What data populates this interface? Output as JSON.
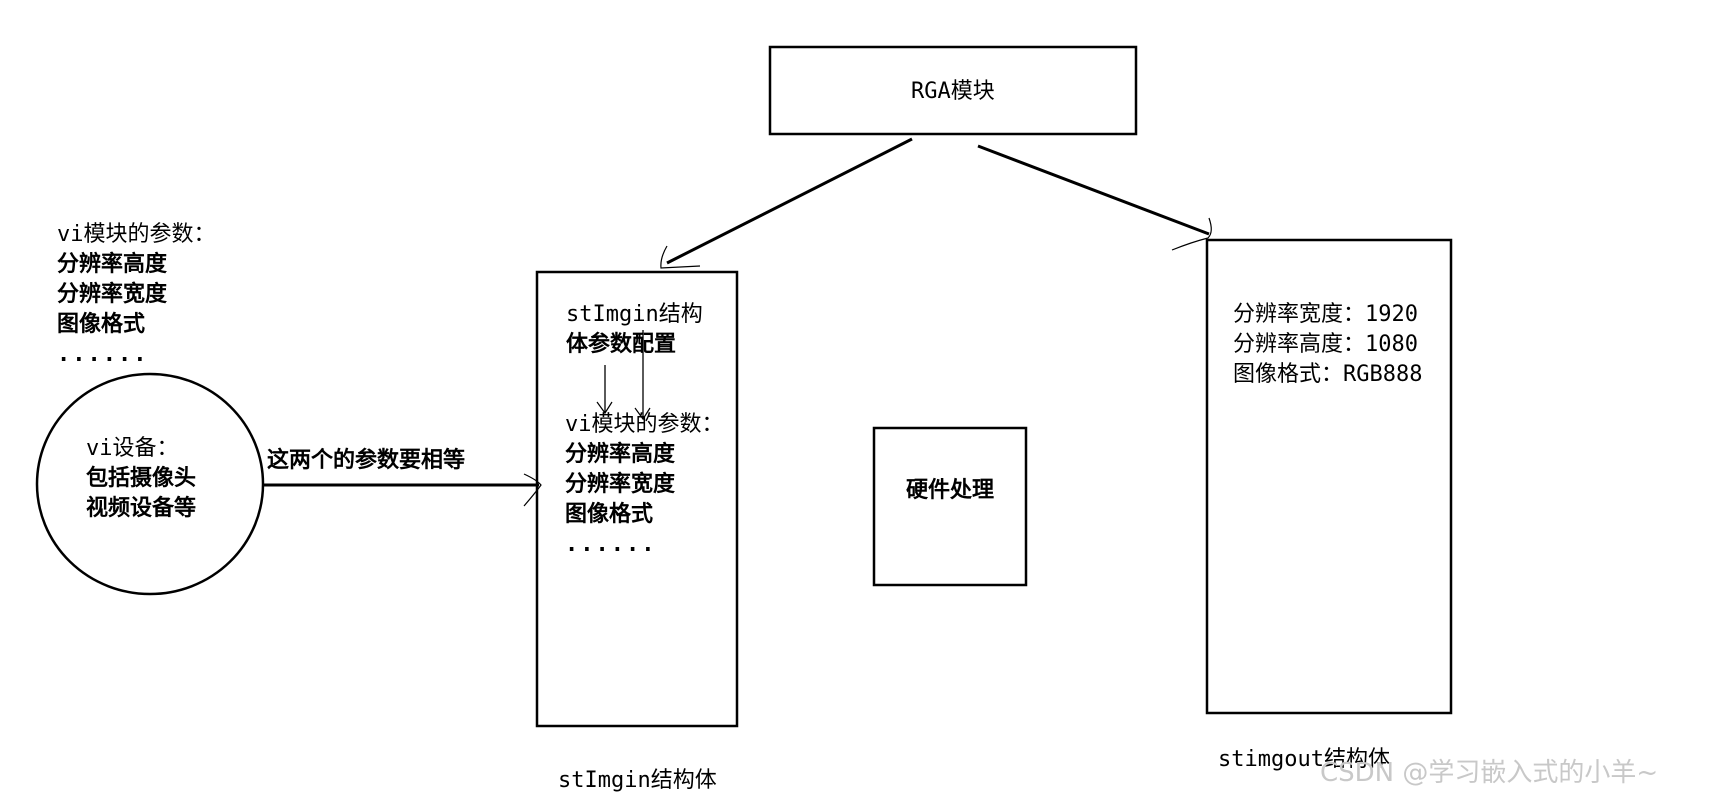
{
  "vi_params_note": {
    "title": "vi模块的参数：",
    "lines": [
      "分辨率高度",
      "分辨率宽度",
      "图像格式",
      "......"
    ]
  },
  "vi_device": {
    "lines": [
      "vi设备：",
      "包括摄像头",
      "视频设备等"
    ]
  },
  "connector_label": "这两个的参数要相等",
  "rga_module": {
    "label": "RGA模块"
  },
  "stimgin_box": {
    "header_lines": [
      "stImgin结构",
      "体参数配置"
    ],
    "params_title": "vi模块的参数：",
    "params_lines": [
      "分辨率高度",
      "分辨率宽度",
      "图像格式",
      "......"
    ],
    "caption": "stImgin结构体"
  },
  "hardware_box": {
    "label": "硬件处理"
  },
  "stimgout_box": {
    "lines": [
      "分辨率宽度：1920",
      "分辨率高度：1080",
      "图像格式：RGB888"
    ],
    "caption": "stimgout结构体"
  },
  "watermark": "CSDN @学习嵌入式的小羊~"
}
